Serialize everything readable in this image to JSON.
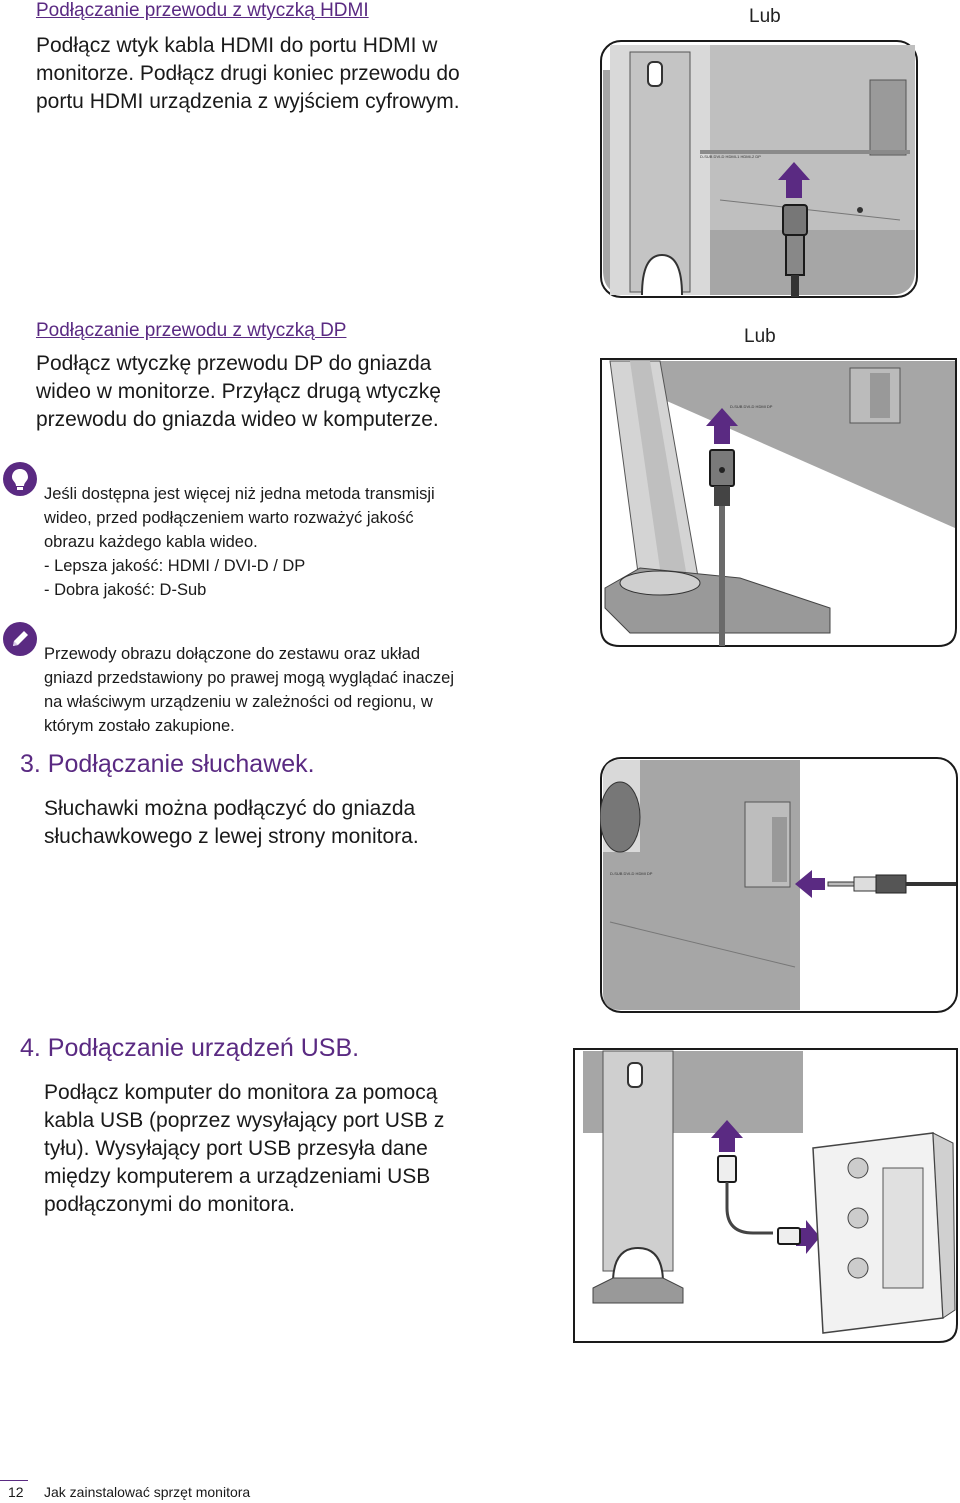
{
  "hdmi": {
    "title": "Podłączanie przewodu z wtyczką HDMI",
    "lines": [
      "Podłącz wtyk kabla HDMI do portu HDMI w",
      "monitorze. Podłącz drugi koniec przewodu do",
      "portu HDMI urządzenia z wyjściem cyfrowym."
    ],
    "lub": "Lub"
  },
  "dp": {
    "title": "Podłączanie przewodu z wtyczką DP",
    "lines": [
      "Podłącz wtyczkę przewodu DP do gniazda",
      "wideo w monitorze. Przyłącz drugą wtyczkę",
      "przewodu do gniazda wideo w komputerze."
    ],
    "lub": "Lub"
  },
  "tip": {
    "icon": "lightbulb-icon",
    "lines": [
      "Jeśli dostępna jest więcej niż jedna metoda transmisji",
      "wideo, przed podłączeniem warto rozważyć jakość",
      "obrazu każdego kabla wideo.",
      "- Lepsza jakość: HDMI / DVI-D / DP",
      "- Dobra jakość: D-Sub"
    ]
  },
  "note": {
    "icon": "pencil-icon",
    "lines": [
      "Przewody obrazu dołączone do zestawu oraz układ",
      "gniazd przedstawiony po prawej mogą wyglądać inaczej",
      "na właściwym urządzeniu w zależności od regionu, w",
      "którym zostało zakupione."
    ]
  },
  "step3": {
    "title": "3. Podłączanie słuchawek.",
    "lines": [
      "Słuchawki można podłączyć do gniazda",
      "słuchawkowego z lewej strony monitora."
    ]
  },
  "step4": {
    "title": "4. Podłączanie urządzeń USB.",
    "lines": [
      "Podłącz komputer do monitora za pomocą",
      "kabla USB (poprzez wysyłający port USB z",
      "tyłu). Wysyłający port USB przesyła dane",
      "między komputerem a urządzeniami USB",
      "podłączonymi do monitora."
    ]
  },
  "footer": {
    "page_number": "12",
    "section": "Jak zainstalować sprzęt monitora"
  },
  "colors": {
    "accent": "#5a2a82",
    "text": "#1a1a1a",
    "monitor_gray": "#a6a6a6"
  }
}
